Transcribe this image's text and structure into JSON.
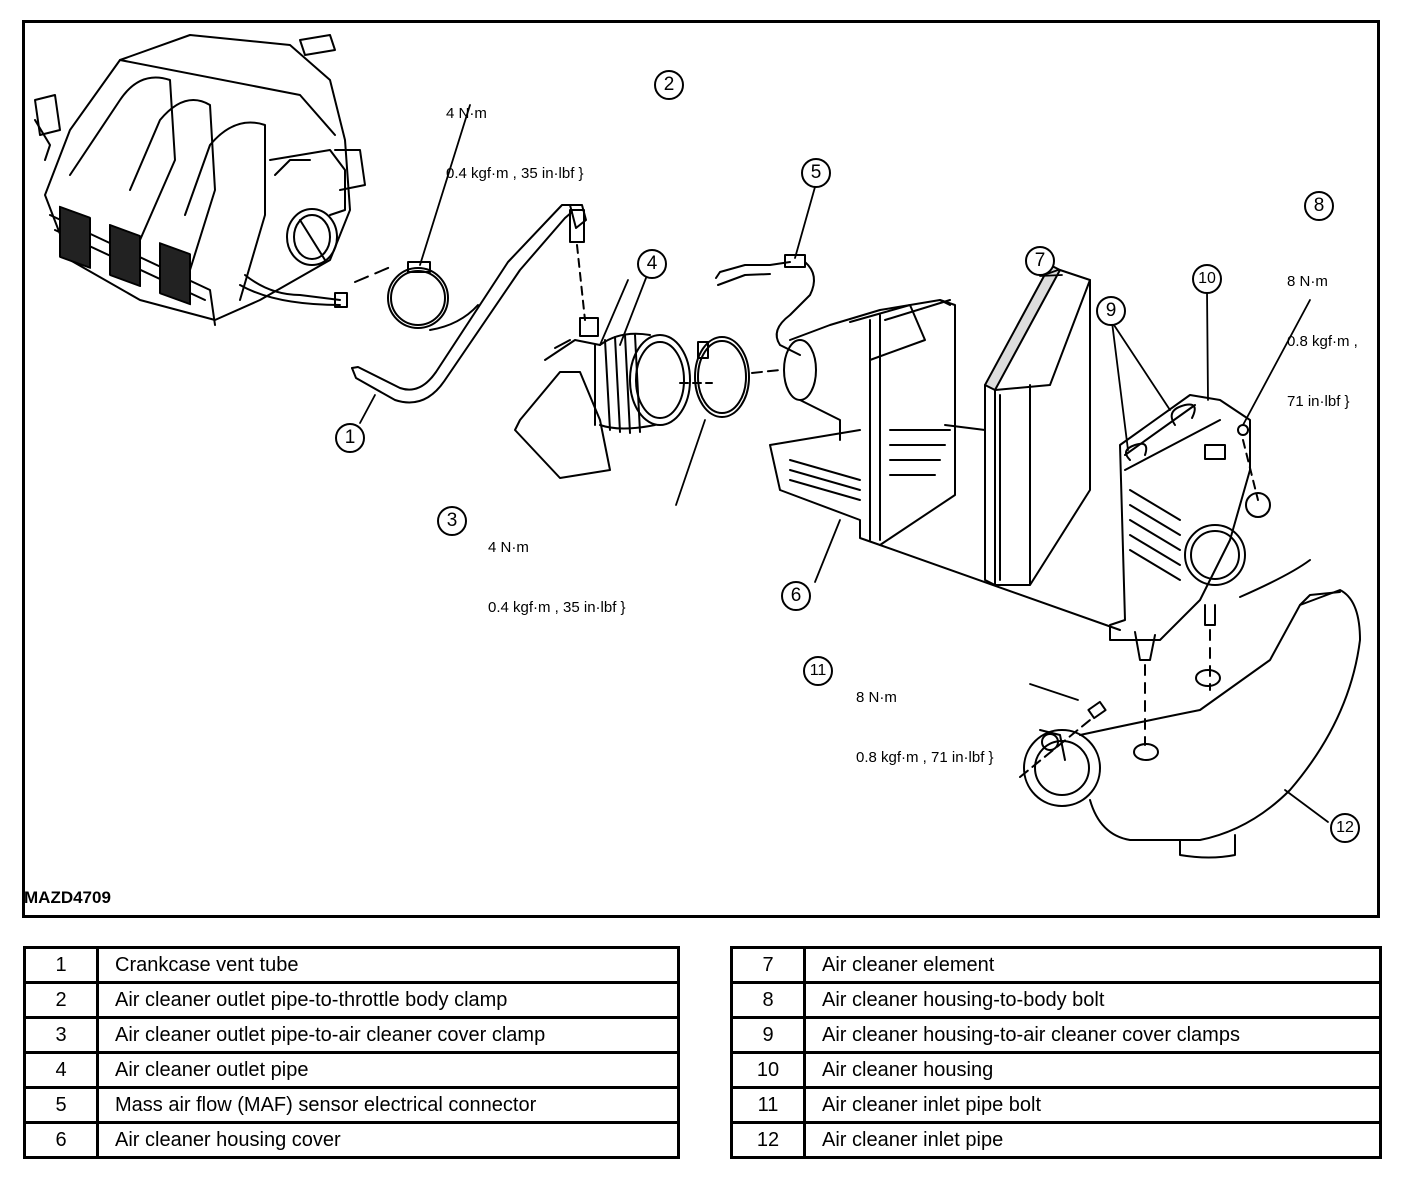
{
  "figure": {
    "id": "MAZD4709",
    "callouts": [
      "1",
      "2",
      "3",
      "4",
      "5",
      "6",
      "7",
      "8",
      "9",
      "10",
      "11",
      "12"
    ],
    "torque_specs": {
      "item_2": {
        "callout": "2",
        "line1": "4 N·m",
        "line2": "0.4 kgf·m , 35 in·lbf }"
      },
      "item_3": {
        "callout": "3",
        "line1": "4 N·m",
        "line2": "0.4 kgf·m , 35 in·lbf }"
      },
      "item_8": {
        "callout": "8",
        "line1": "8 N·m",
        "line2": "0.8 kgf·m ,",
        "line3": "71 in·lbf }"
      },
      "item_11": {
        "callout": "11",
        "line1": "8 N·m",
        "line2": "0.8 kgf·m , 71 in·lbf }"
      }
    },
    "components": [
      "intake-manifold-and-throttle-body",
      "crankcase-vent-tube",
      "throttle-body-clamp",
      "air-cleaner-outlet-pipe",
      "maf-sensor-connector",
      "air-cleaner-cover-clamp",
      "air-cleaner-housing-cover",
      "air-cleaner-element",
      "air-cleaner-housing",
      "housing-to-body-bolt",
      "inlet-pipe-bolt",
      "air-cleaner-inlet-pipe"
    ]
  },
  "legend": {
    "left": [
      {
        "num": "1",
        "desc": "Crankcase vent tube"
      },
      {
        "num": "2",
        "desc": "Air cleaner outlet pipe-to-throttle body clamp"
      },
      {
        "num": "3",
        "desc": "Air cleaner outlet pipe-to-air cleaner cover clamp"
      },
      {
        "num": "4",
        "desc": "Air cleaner outlet pipe"
      },
      {
        "num": "5",
        "desc": "Mass air flow (MAF) sensor electrical connector"
      },
      {
        "num": "6",
        "desc": "Air cleaner housing cover"
      }
    ],
    "right": [
      {
        "num": "7",
        "desc": "Air cleaner element"
      },
      {
        "num": "8",
        "desc": "Air cleaner housing-to-body bolt"
      },
      {
        "num": "9",
        "desc": "Air cleaner housing-to-air cleaner cover clamps"
      },
      {
        "num": "10",
        "desc": "Air cleaner housing"
      },
      {
        "num": "11",
        "desc": "Air cleaner inlet pipe bolt"
      },
      {
        "num": "12",
        "desc": "Air cleaner inlet pipe"
      }
    ]
  }
}
